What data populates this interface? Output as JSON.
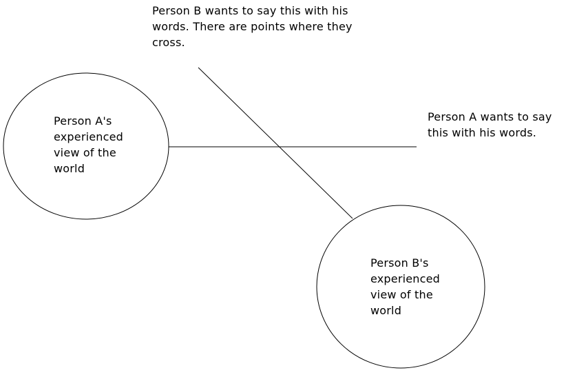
{
  "canvas": {
    "background": "#ffffff",
    "line_color": "#000000",
    "text_color": "#000000"
  },
  "captions": {
    "person_b_statement": {
      "lines": [
        "Person B wants to say this with his",
        "words. There are points where they",
        "cross."
      ]
    },
    "person_a_statement": {
      "lines": [
        "Person A wants to say",
        "this with his words."
      ]
    }
  },
  "circles": {
    "person_a": {
      "lines": [
        "Person A's",
        "experienced",
        "view of the",
        "world"
      ]
    },
    "person_b": {
      "lines": [
        "Person B's",
        "experienced",
        "view of the",
        "world"
      ]
    }
  }
}
